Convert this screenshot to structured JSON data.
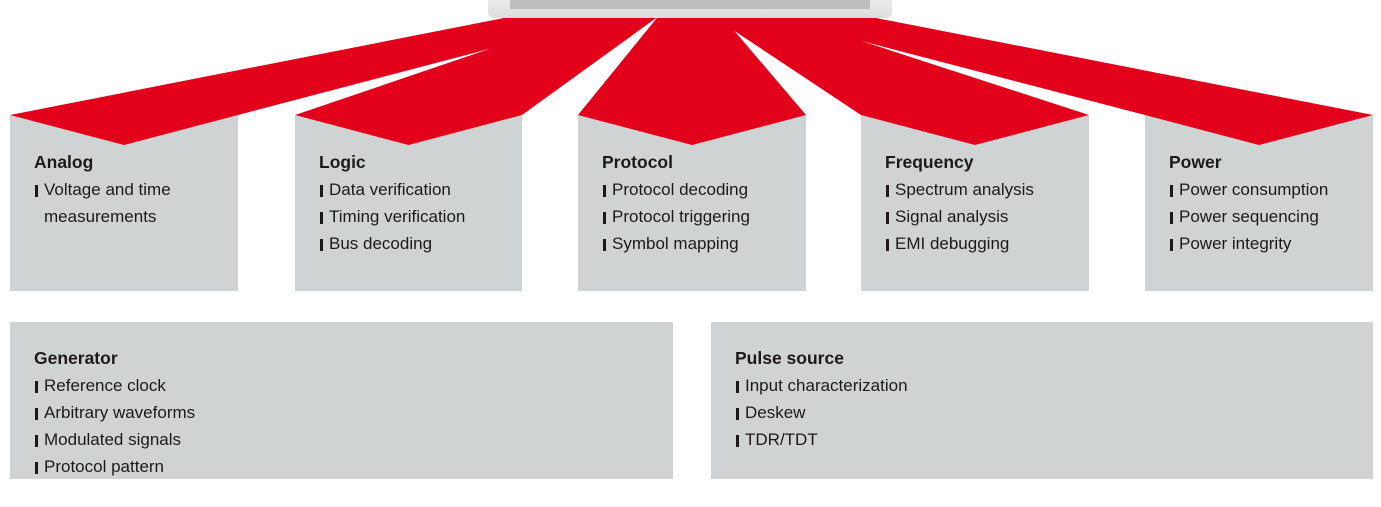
{
  "colors": {
    "accent": "#e2001a",
    "box": "#d0d3d4",
    "text": "#1a1a1a"
  },
  "categories": [
    {
      "id": "analog",
      "title": "Analog",
      "items": [
        "Voltage and time",
        "measurements"
      ]
    },
    {
      "id": "logic",
      "title": "Logic",
      "items": [
        "Data verification",
        "Timing verification",
        "Bus decoding"
      ]
    },
    {
      "id": "protocol",
      "title": "Protocol",
      "items": [
        "Protocol decoding",
        "Protocol triggering",
        "Symbol mapping"
      ]
    },
    {
      "id": "frequency",
      "title": "Frequency",
      "items": [
        "Spectrum analysis",
        "Signal analysis",
        "EMI debugging"
      ]
    },
    {
      "id": "power",
      "title": "Power",
      "items": [
        "Power consumption",
        "Power sequencing",
        "Power integrity"
      ]
    }
  ],
  "sources": [
    {
      "id": "generator",
      "title": "Generator",
      "items": [
        "Reference clock",
        "Arbitrary waveforms",
        "Modulated signals",
        "Protocol pattern"
      ]
    },
    {
      "id": "pulse-source",
      "title": "Pulse source",
      "items": [
        "Input characterization",
        "Deskew",
        "TDR/TDT"
      ]
    }
  ]
}
